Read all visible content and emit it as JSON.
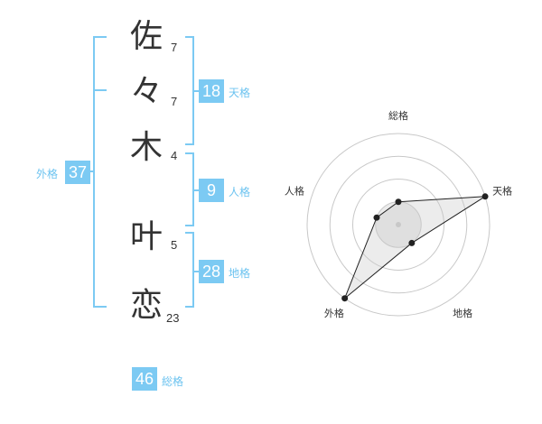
{
  "characters": [
    {
      "char": "佐",
      "strokes": "7"
    },
    {
      "char": "々",
      "strokes": "7"
    },
    {
      "char": "木",
      "strokes": "4"
    },
    {
      "char": "叶",
      "strokes": "5"
    },
    {
      "char": "恋",
      "strokes": "23"
    }
  ],
  "fortunes": {
    "tenkaku": {
      "value": "18",
      "label": "天格"
    },
    "jinkaku": {
      "value": "9",
      "label": "人格"
    },
    "chikaku": {
      "value": "28",
      "label": "地格"
    },
    "gaikaku": {
      "value": "37",
      "label": "外格"
    },
    "soukaku": {
      "value": "46",
      "label": "総格"
    }
  },
  "colors": {
    "accent": "#7ccaf3",
    "accent_text": "#6cc3f0"
  },
  "chart_data": {
    "type": "radar",
    "axes": [
      "総格",
      "天格",
      "地格",
      "外格",
      "人格"
    ],
    "levels": 4,
    "values": [
      1,
      4,
      1,
      4,
      1
    ]
  }
}
